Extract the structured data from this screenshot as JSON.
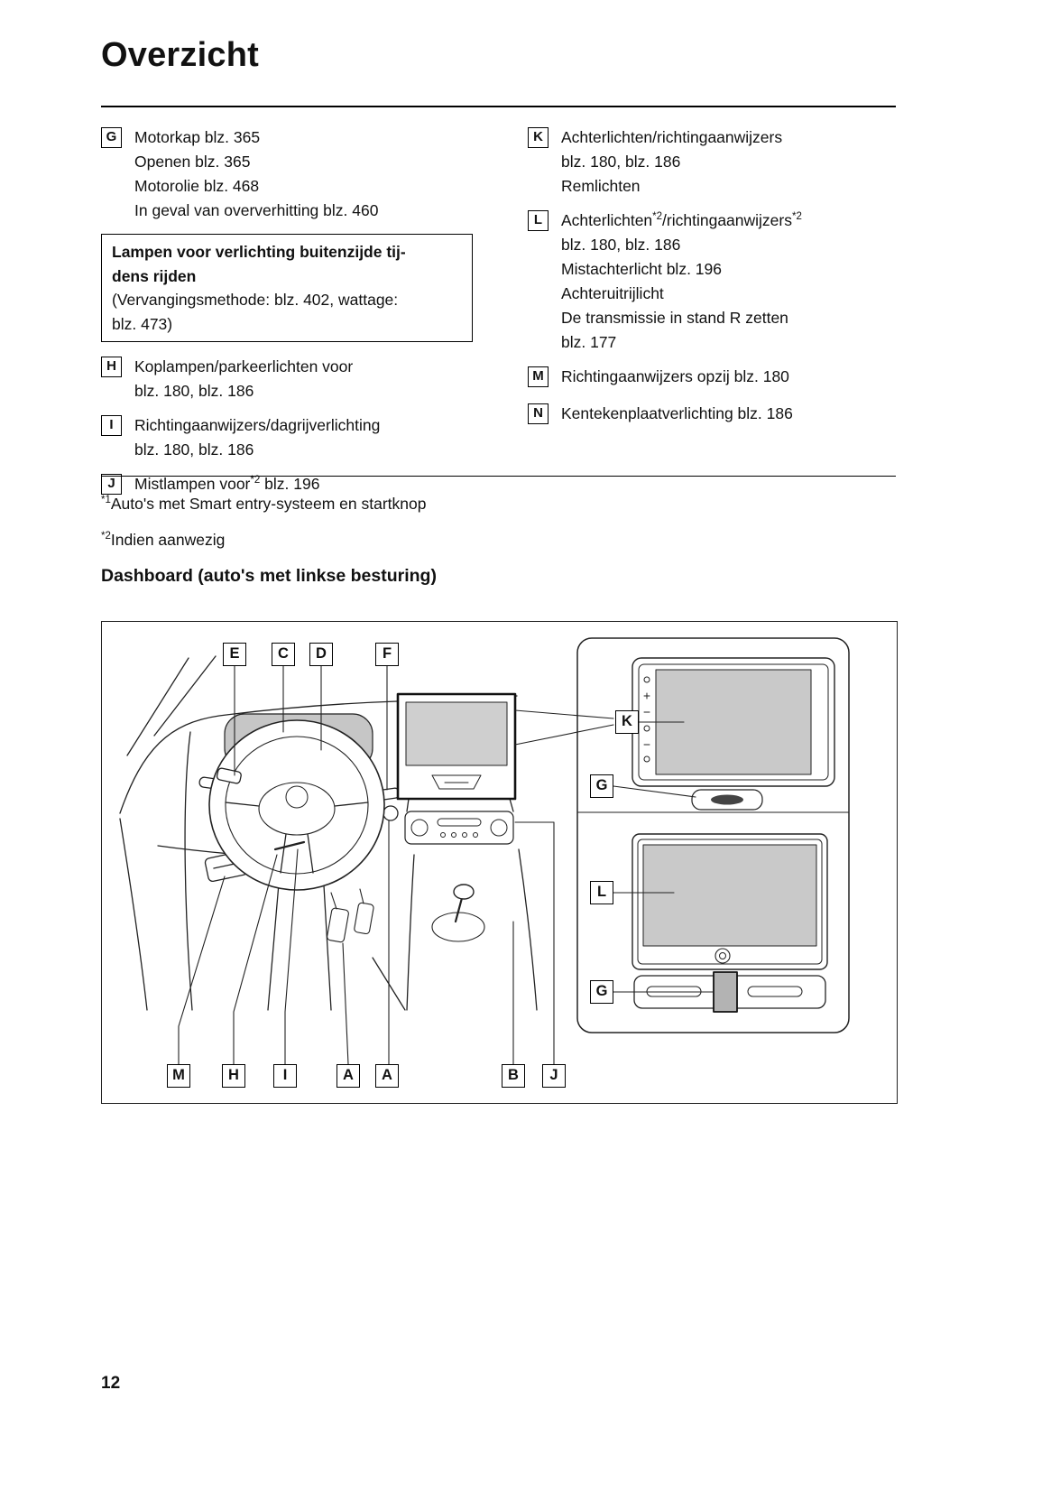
{
  "doc": {
    "title": "Overzicht",
    "page_number": "12",
    "dashboard_heading": "Dashboard (auto's met linkse besturing)"
  },
  "legend": {
    "g": {
      "key": "G",
      "lines": [
        "Motorkap blz. 365",
        "Openen blz. 365",
        "Motorolie blz. 468",
        "In geval van oververhitting blz. 460"
      ]
    },
    "note": {
      "title1": "Lampen voor verlichting buitenzijde tij-",
      "title2": "dens rijden",
      "body1": "(Vervangingsmethode: blz. 402, wattage:",
      "body2": "blz. 473)"
    },
    "h": {
      "key": "H",
      "lines": [
        "Koplampen/parkeerlichten voor",
        "blz. 180, blz. 186"
      ]
    },
    "i": {
      "key": "I",
      "lines": [
        "Richtingaanwijzers/dagrijverlichting",
        "blz. 180, blz. 186"
      ]
    },
    "j": {
      "key": "J",
      "pre": "Mistlampen voor",
      "sup": "*2",
      "post": " blz. 196"
    },
    "k": {
      "key": "K",
      "lines": [
        "Achterlichten/richtingaanwijzers",
        "blz. 180, blz. 186",
        "Remlichten"
      ]
    },
    "l": {
      "key": "L",
      "pre": "Achterlichten",
      "sup1": "*2",
      "mid": "/richtingaanwijzers",
      "sup2": "*2",
      "lines": [
        "blz. 180, blz. 186",
        "Mistachterlicht blz. 196",
        "Achteruitrijlicht",
        "De transmissie in stand R zetten",
        "blz. 177"
      ]
    },
    "m": {
      "key": "M",
      "lines": [
        "Richtingaanwijzers opzij blz. 180"
      ]
    },
    "n": {
      "key": "N",
      "lines": [
        "Kentekenplaatverlichting blz. 186"
      ]
    }
  },
  "footnotes": [
    {
      "sup": "*1",
      "text": "Auto's met Smart entry-systeem en startknop"
    },
    {
      "sup": "*2",
      "text": "Indien aanwezig"
    }
  ],
  "figure": {
    "top_labels": [
      "E",
      "C",
      "D",
      "F"
    ],
    "right_labels": [
      "K",
      "G",
      "L",
      "G"
    ],
    "bottom_labels": [
      "M",
      "H",
      "I",
      "A",
      "A",
      "B",
      "J"
    ]
  },
  "colors": {
    "screen_gray": "#c9c9c9",
    "cluster_gray": "#c6c6c6",
    "vent_highlight_gray": "#b3b3b3",
    "line_black": "#222222"
  }
}
